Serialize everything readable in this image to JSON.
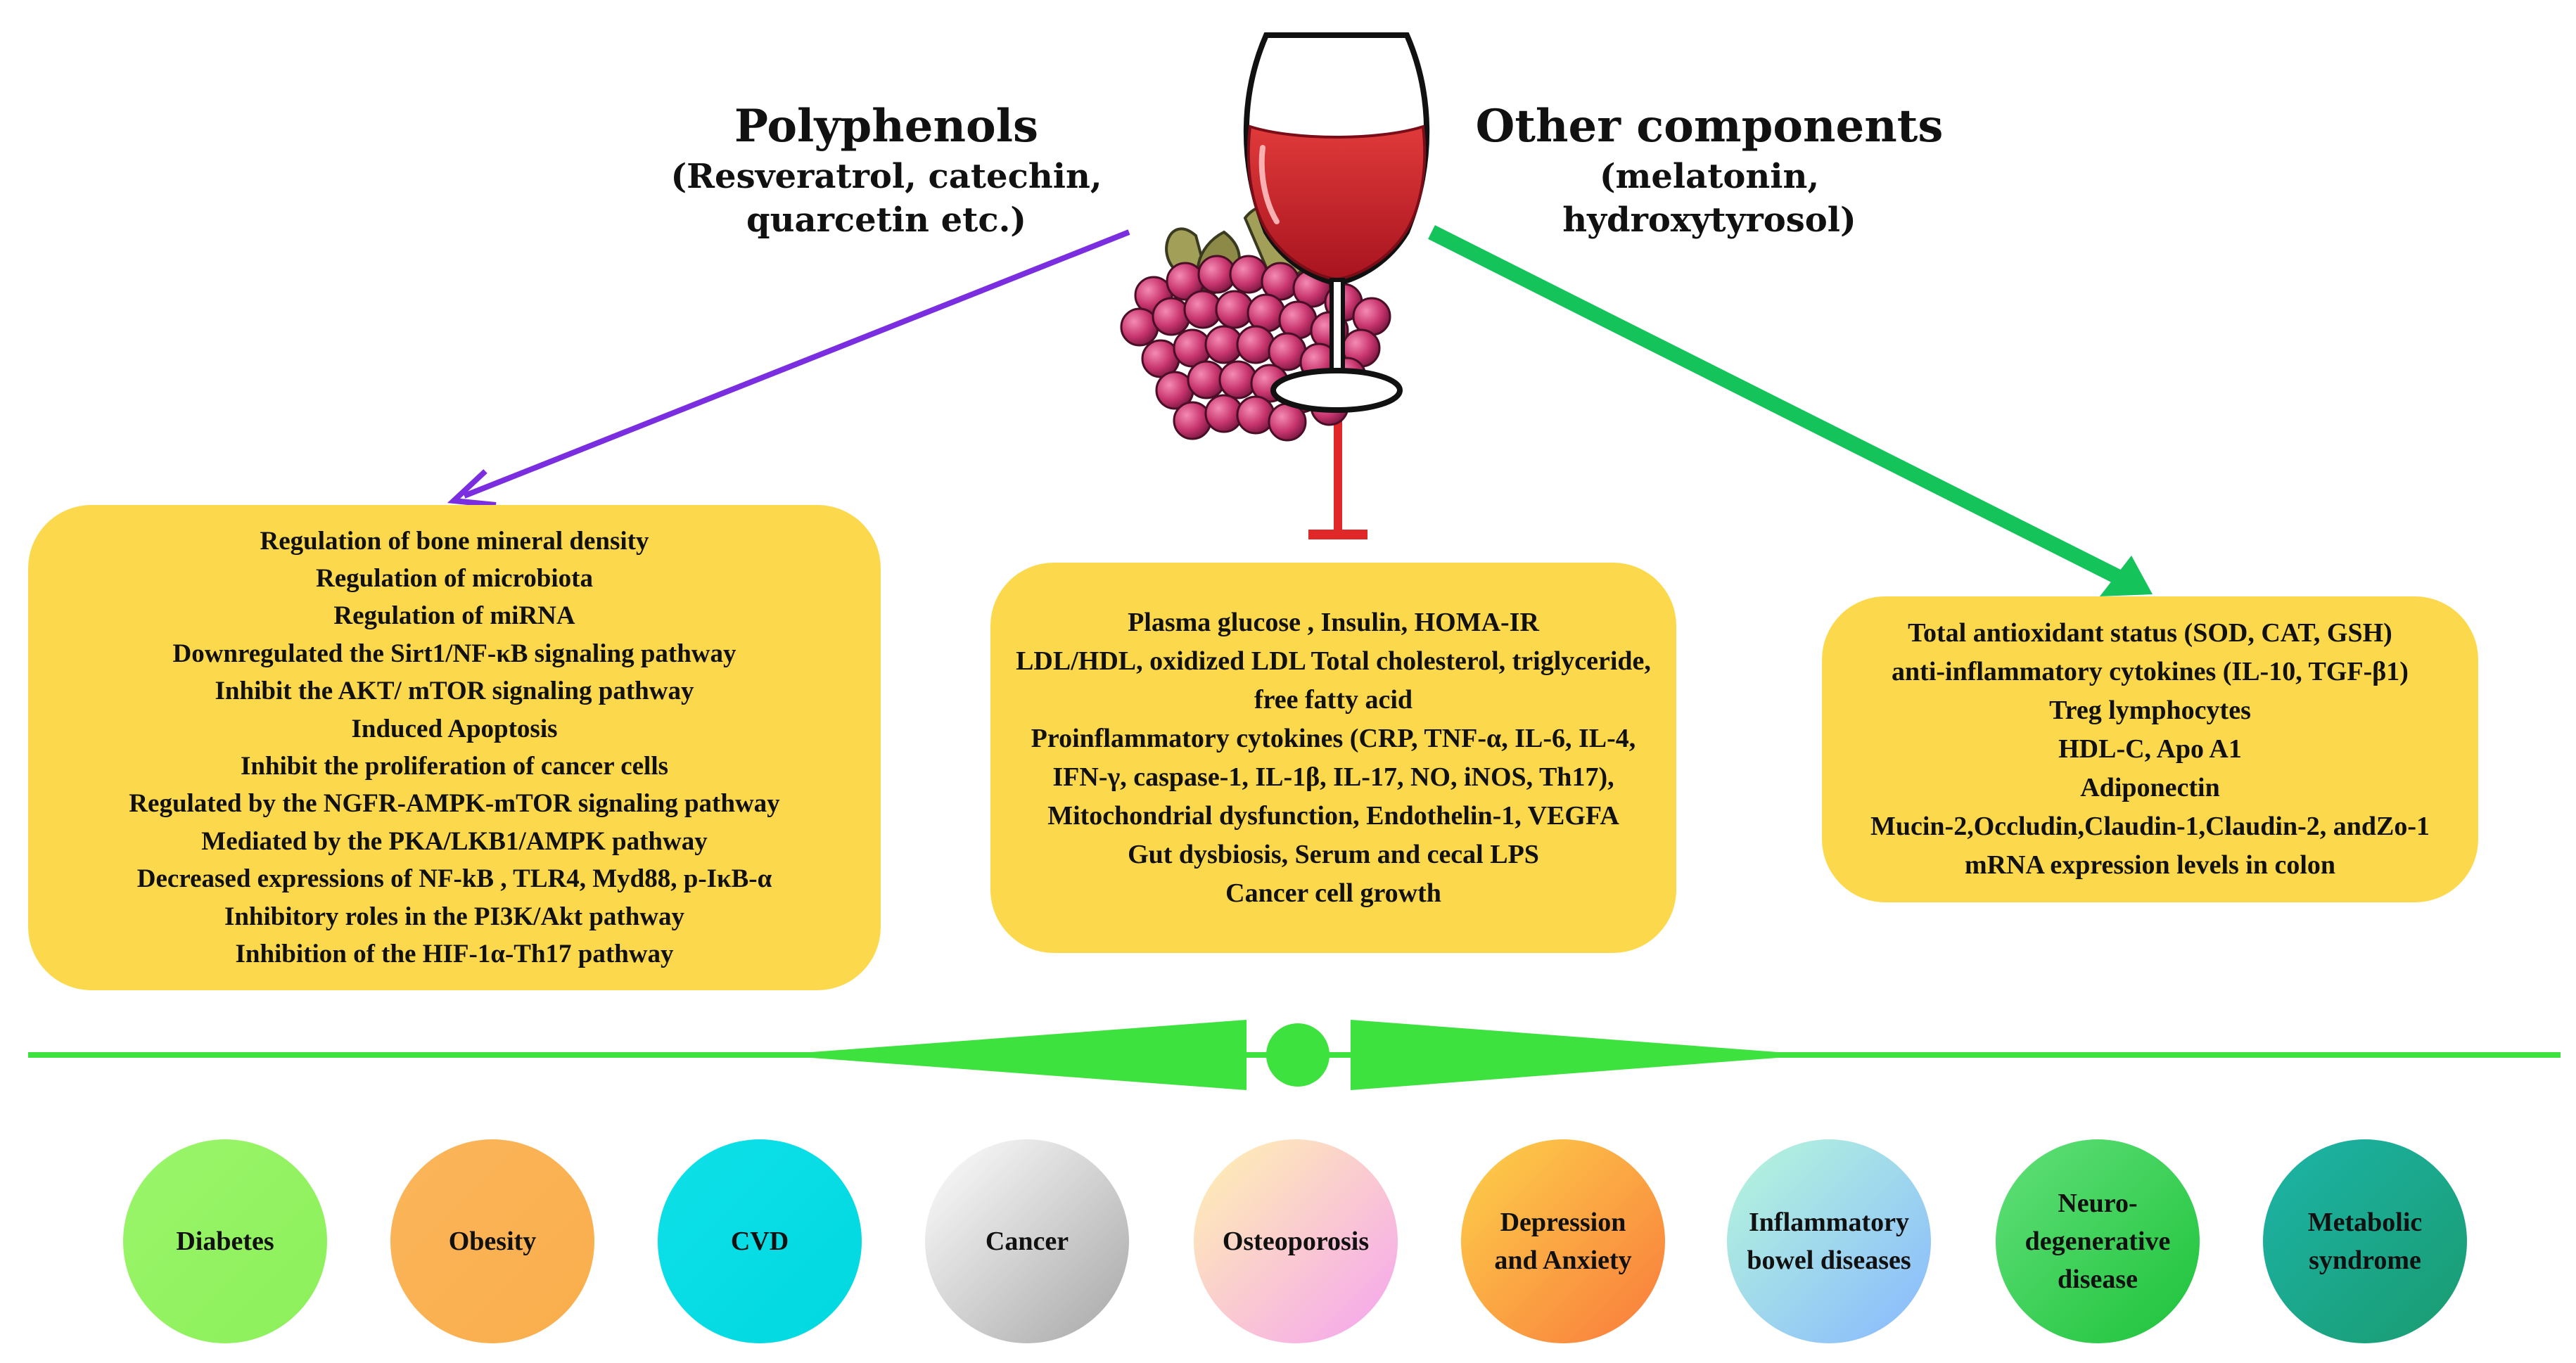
{
  "headings": {
    "left": {
      "title": "Polyphenols",
      "subtitle_line1": "(Resveratrol, catechin,",
      "subtitle_line2": "quarcetin etc.)"
    },
    "right": {
      "title": "Other components",
      "subtitle_line1": "(melatonin,",
      "subtitle_line2": "hydroxytyrosol)"
    }
  },
  "boxes": {
    "left": [
      "Regulation of bone mineral density",
      "Regulation of microbiota",
      "Regulation of miRNA",
      "Downregulated the Sirt1/NF-κB signaling pathway",
      "Inhibit the AKT/ mTOR signaling pathway",
      "Induced Apoptosis",
      "Inhibit the proliferation of cancer cells",
      "Regulated by the NGFR-AMPK-mTOR signaling pathway",
      "Mediated by the PKA/LKB1/AMPK pathway",
      "Decreased expressions of NF-kB , TLR4, Myd88, p-IκB-α",
      "Inhibitory roles in the PI3K/Akt pathway",
      "Inhibition of the HIF-1α-Th17 pathway"
    ],
    "middle": [
      "Plasma glucose , Insulin, HOMA-IR",
      "LDL/HDL, oxidized LDL Total cholesterol, triglyceride,",
      "free fatty acid",
      "Proinflammatory cytokines (CRP, TNF-α, IL-6, IL-4,",
      "IFN-γ, caspase-1, IL-1β, IL-17, NO, iNOS, Th17),",
      "Mitochondrial dysfunction, Endothelin-1, VEGFA",
      "Gut dysbiosis, Serum and cecal LPS",
      "Cancer cell growth"
    ],
    "right": [
      "Total antioxidant status (SOD, CAT, GSH)",
      "anti-inflammatory cytokines (IL-10, TGF-β1)",
      "Treg lymphocytes",
      "HDL-C, Apo A1",
      "Adiponectin",
      "Mucin-2,Occludin,Claudin-1,Claudin-2, andZo-1",
      "mRNA expression levels in colon"
    ]
  },
  "diseases": [
    {
      "lines": [
        "Diabetes"
      ],
      "color_a": "#9af56a",
      "color_b": "#8cf05a"
    },
    {
      "lines": [
        "Obesity"
      ],
      "color_a": "#fbb55a",
      "color_b": "#f9ae4c"
    },
    {
      "lines": [
        "CVD"
      ],
      "color_a": "#0fe0e8",
      "color_b": "#00d8e0"
    },
    {
      "lines": [
        "Cancer"
      ],
      "color_a": "#ffffff",
      "color_b": "#a6a6a6"
    },
    {
      "lines": [
        "Osteoporosis"
      ],
      "color_a": "#fff3b0",
      "color_b": "#f5a3f0"
    },
    {
      "lines": [
        "Depression",
        "and Anxiety"
      ],
      "color_a": "#fdd14a",
      "color_b": "#f97a3c"
    },
    {
      "lines": [
        "Inflammatory",
        "bowel diseases"
      ],
      "color_a": "#b7f7da",
      "color_b": "#88b8ff"
    },
    {
      "lines": [
        "Neuro-",
        "degenerative",
        "disease"
      ],
      "color_a": "#62e07a",
      "color_b": "#1dc23a"
    },
    {
      "lines": [
        "Metabolic",
        "syndrome"
      ],
      "color_a": "#1cb4a8",
      "color_b": "#1a9b6f"
    }
  ],
  "colors": {
    "purple_arrow": "#7a2ee0",
    "green_arrow": "#15c35b",
    "inhibit_bar": "#e02828",
    "box_fill": "#fcd94c",
    "divider": "#3ee23e"
  }
}
